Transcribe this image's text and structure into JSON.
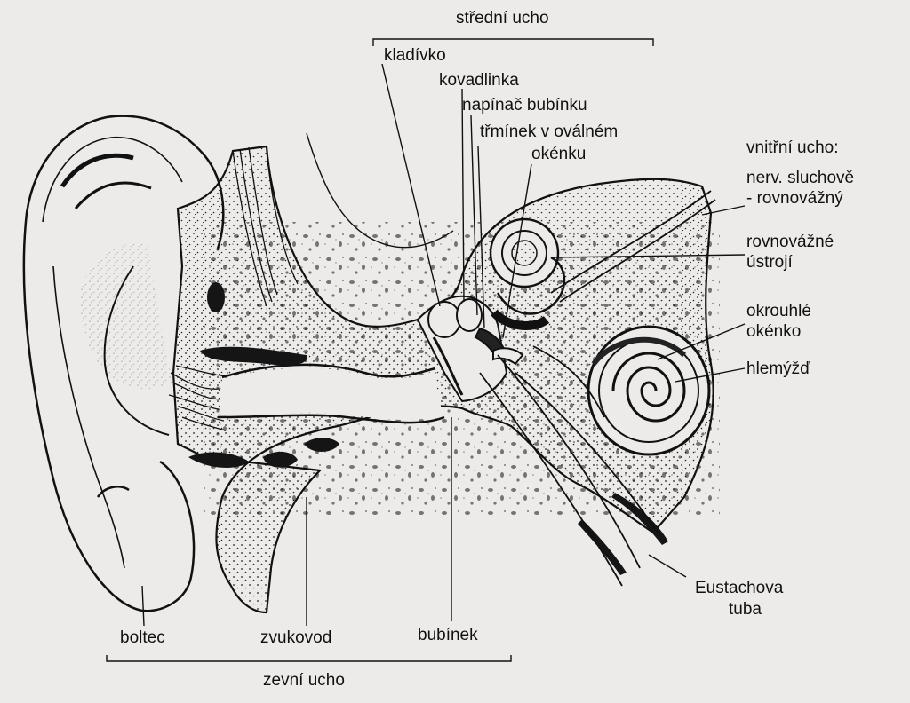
{
  "labels": {
    "middle_ear": "střední ucho",
    "malleus": "kladívko",
    "incus": "kovadlinka",
    "tensor": "napínač bubínku",
    "stapes_line1": "třmínek v oválném",
    "stapes_line2": "okénku",
    "inner_ear": "vnitřní ucho:",
    "nerve_line1": "nerv. sluchově",
    "nerve_line2": "- rovnovážný",
    "vestibular_line1": "rovnovážné",
    "vestibular_line2": "ústrojí",
    "round_line1": "okrouhlé",
    "round_line2": "okénko",
    "cochlea": "hlemýžď",
    "eustachian_line1": "Eustachova",
    "eustachian_line2": "tuba",
    "pinna": "boltec",
    "canal": "zvukovod",
    "eardrum": "bubínek",
    "outer_ear": "zevní ucho"
  }
}
